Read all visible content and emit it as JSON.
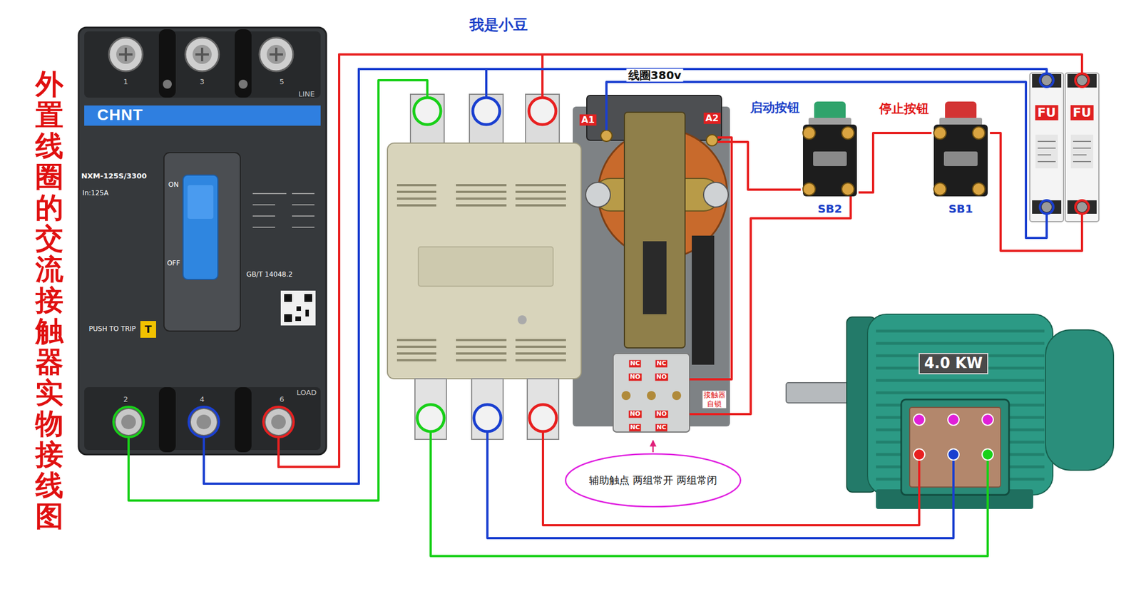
{
  "diagram": {
    "title": "外置线圈的交流接触器实物接线图",
    "nodes": [
      {
        "text": [
          "CHNT",
          "NXM-125S/3300"
        ]
      },
      {
        "text": [
          "线圈380v"
        ]
      },
      {
        "text": [
          "启动按钮",
          "SB2"
        ]
      },
      {
        "text": [
          "停止按钮",
          "SB1"
        ]
      },
      {
        "text": [
          "FU"
        ]
      },
      {
        "text": [
          "FU"
        ]
      },
      {
        "text": [
          "4.0 KW"
        ]
      },
      {
        "text": [
          "辅助触点 两组常开 两组常闭"
        ]
      }
    ],
    "edges": [
      {
        "from": 0,
        "to": 1,
        "arrow": "none"
      },
      {
        "from": 0,
        "to": 1,
        "arrow": "none"
      },
      {
        "from": 0,
        "to": 1,
        "arrow": "none"
      },
      {
        "from": 0,
        "to": 4,
        "arrow": "none"
      },
      {
        "from": 0,
        "to": 5,
        "arrow": "none"
      },
      {
        "from": 1,
        "to": 6,
        "arrow": "none"
      },
      {
        "from": 1,
        "to": 6,
        "arrow": "none"
      },
      {
        "from": 1,
        "to": 6,
        "arrow": "none"
      },
      {
        "from": 4,
        "to": 1,
        "arrow": "none"
      },
      {
        "from": 5,
        "to": 3,
        "arrow": "none"
      },
      {
        "from": 3,
        "to": 2,
        "arrow": "none"
      },
      {
        "from": 2,
        "to": 1,
        "arrow": "none"
      },
      {
        "from": 2,
        "to": 1,
        "arrow": "none"
      },
      {
        "from": 7,
        "to": 1,
        "arrow": "to"
      }
    ],
    "labels": [
      "我是小豆",
      "1",
      "3",
      "5",
      "LINE",
      "In:125A",
      "ON",
      "OFF",
      "GB/T 14048.2",
      "PUSH TO TRIP",
      "T",
      "2",
      "4",
      "6",
      "LOAD",
      "A1",
      "A2",
      "NC",
      "NC",
      "NO",
      "NO",
      "NO",
      "NO",
      "NC",
      "NC",
      "接触器 自锁"
    ]
  }
}
